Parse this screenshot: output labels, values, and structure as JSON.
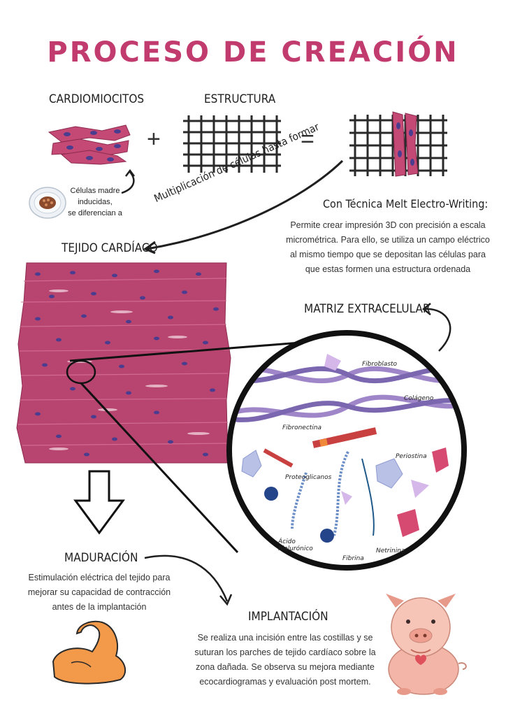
{
  "title": "PROCESO DE CREACIÓN",
  "headers": {
    "cardiomyocytes": "CARDIOMIOCITOS",
    "structure": "ESTRUCTURA",
    "cardiac_tissue": "TEJIDO CARDÍACO",
    "ecm": "MATRIZ EXTRACELULAR",
    "maturation": "MADURACIÓN",
    "implantation": "IMPLANTACIÓN"
  },
  "symbols": {
    "plus": "+",
    "equals": "="
  },
  "stem_cells_note": [
    "Células madre",
    "inducidas,",
    "se diferencian a"
  ],
  "arrow_caption": "Multiplicación de células hasta formar",
  "technique": {
    "title": "Con Técnica Melt Electro-Writing:",
    "text": [
      "Permite crear impresión 3D con precisión a escala",
      "micrométrica. Para ello, se utiliza un campo eléctrico",
      "al mismo tiempo que se depositan las células para",
      "que estas formen una estructura ordenada"
    ]
  },
  "ecm_labels": {
    "fibroblast": "Fibroblasto",
    "collagen": "Colágeno",
    "fibronectin": "Fibronectina",
    "periostin": "Periostina",
    "proteoglycans": "Proteoglicanos",
    "hyaluronic1": "Ácido",
    "hyaluronic2": "hialurónico",
    "fibrin": "Fibrina",
    "netrin": "Netrinina"
  },
  "maturation_text": [
    "Estimulación eléctrica del tejido para",
    "mejorar su capacidad de contracción",
    "antes de la implantación"
  ],
  "implantation_text": [
    "Se realiza una incisión entre las costillas y se",
    "suturan los parches de tejido cardíaco sobre la",
    "zona dañada. Se observa su mejora mediante",
    "ecocardiogramas y evaluación post mortem."
  ],
  "colors": {
    "title": "#c23b6e",
    "tissue": "#b8456f",
    "nucleus": "#4a3d8f",
    "collagen": "#9f86c9",
    "pig": "#f2b5a8"
  }
}
